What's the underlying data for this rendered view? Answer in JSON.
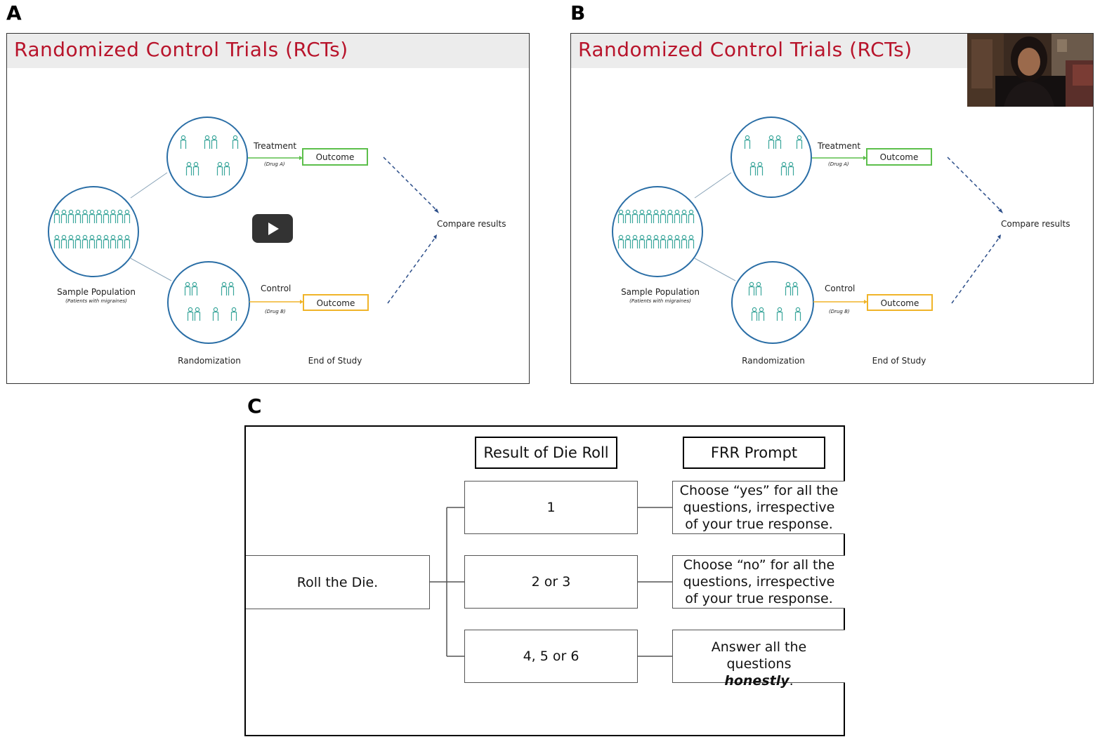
{
  "panels": {
    "a_label": "A",
    "b_label": "B",
    "c_label": "C"
  },
  "slide": {
    "title": "Randomized Control Trials (RCTs)",
    "treatment": "Treatment",
    "drug_a": "(Drug A)",
    "control": "Control",
    "drug_b": "(Drug B)",
    "outcome": "Outcome",
    "compare": "Compare results",
    "sample_population": "Sample Population",
    "patients_note": "(Patients with migraines)",
    "randomization": "Randomization",
    "end_of_study": "End of Study"
  },
  "colors": {
    "title_red": "#b8142b",
    "circle_blue": "#2a6ea6",
    "people_teal": "#3aa69b",
    "treatment_green": "#5cbf4b",
    "control_yellow": "#f0b429",
    "arrow_navy": "#2d4f8a"
  },
  "icons": {
    "play": "play-button-icon",
    "people": "people-group-icon"
  },
  "flow": {
    "header_die": "Result of Die Roll",
    "header_frr": "FRR Prompt",
    "start": "Roll the Die.",
    "results": [
      "1",
      "2 or 3",
      "4, 5 or 6"
    ],
    "prompts": [
      "Choose “yes” for all the questions, irrespective of your true response.",
      "Choose “no” for all the questions, irrespective of your true response.",
      "Answer all the questions"
    ],
    "prompt3_emphasis": "honestly",
    "prompt3_end": "."
  }
}
